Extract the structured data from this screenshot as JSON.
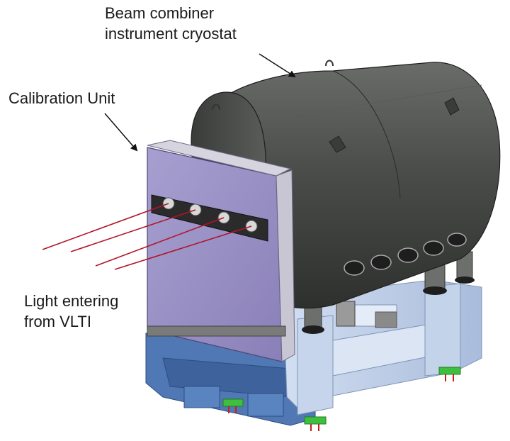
{
  "labels": {
    "cryostat_line1": "Beam combiner",
    "cryostat_line2": "instrument cryostat",
    "calibration_unit": "Calibration Unit",
    "light_line1": "Light entering",
    "light_line2": "from VLTI"
  },
  "colors": {
    "cryostat_body": "#4a4c4a",
    "calibration_panel": "#9a90c4",
    "support_frame": "#b9cbe6",
    "base_frame": "#4f78b4",
    "light_beam": "#b0142a",
    "mount_feet": "#3fbf3f"
  }
}
